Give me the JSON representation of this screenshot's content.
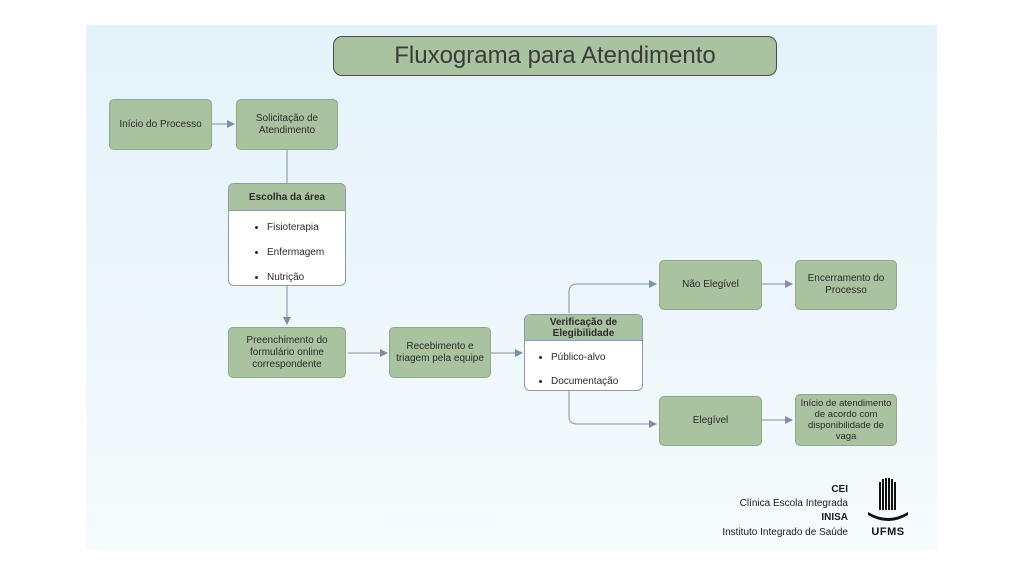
{
  "title": "Fluxograma para Atendimento",
  "nodes": {
    "inicio": "Início do Processo",
    "solicitacao": "Solicitação de Atendimento",
    "escolha": {
      "header": "Escolha da área",
      "items": [
        "Fisioterapia",
        "Enfermagem",
        "Nutrição"
      ]
    },
    "preenchimento": "Preenchimento do formulário online correspondente",
    "recebimento": "Recebimento e triagem pela equipe",
    "verificacao": {
      "header": "Verificação de Elegibilidade",
      "items": [
        "Público-alvo",
        "Documentação"
      ]
    },
    "nao_elegivel": "Não Elegível",
    "encerramento": "Encerramento do Processo",
    "elegivel": "Elegível",
    "inicio_atendimento": "Início de atendimento de acordo com disponibilidade de vaga"
  },
  "footer": {
    "line1": "CEI",
    "line2": "Clínica Escola Integrada",
    "line3": "INISA",
    "line4": "Instituto Integrado de Saúde",
    "logo_text": "UFMS"
  },
  "colors": {
    "node_fill": "#a9c2a0",
    "edge": "#7f8ea3",
    "background": "#e8f4fa"
  }
}
